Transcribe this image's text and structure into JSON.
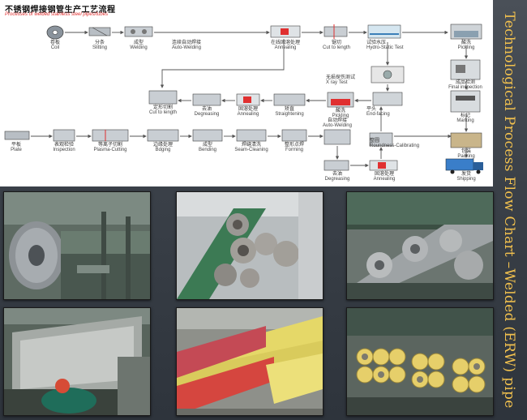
{
  "header": {
    "title_zh": "不锈钢焊接钢管生产工艺流程",
    "title_en": "Processes of welded stainless steel pipes/tubes"
  },
  "vertical_title": "Technological Process Flow Chart –Welded (ERW) pipe",
  "steps": {
    "coil": {
      "zh": "卷板",
      "en": "Coil"
    },
    "slitting": {
      "zh": "分条",
      "en": "Slitting"
    },
    "welding": {
      "zh": "成型",
      "en": "Welding"
    },
    "auto_welding_top": {
      "zh": "连续自动焊接",
      "en": "Auto-Welding"
    },
    "annealing_top": {
      "zh": "在线固溶处理",
      "en": "Annealing"
    },
    "cut_length_top": {
      "zh": "锯切",
      "en": "Cut to length"
    },
    "hydro": {
      "zh": "试验水压",
      "en": "Hydro-Static Test"
    },
    "pickling_top": {
      "zh": "酸洗",
      "en": "Pickling"
    },
    "xray": {
      "zh": "无损探伤测试",
      "en": "X ray Test"
    },
    "final_inspection": {
      "zh": "成品检测",
      "en": "Final inspection"
    },
    "marking": {
      "zh": "标记",
      "en": "Marking"
    },
    "cut_length_mid": {
      "zh": "定形切割",
      "en": "Cut to length"
    },
    "degreasing_mid": {
      "zh": "去油",
      "en": "Degreasing"
    },
    "annealing_mid": {
      "zh": "固溶处理",
      "en": "Annealing"
    },
    "straightening": {
      "zh": "矫直",
      "en": "Straightening"
    },
    "pickling_mid": {
      "zh": "酸洗",
      "en": "Pickling"
    },
    "end_facing": {
      "zh": "平头",
      "en": "End-facing"
    },
    "packing": {
      "zh": "包装",
      "en": "Packing"
    },
    "plate": {
      "zh": "平板",
      "en": "Plate"
    },
    "inspection": {
      "zh": "表观检验",
      "en": "Inspection"
    },
    "plasma_cutting": {
      "zh": "等离子切割",
      "en": "Plasma-Cutting"
    },
    "bdging": {
      "zh": "边缘处理",
      "en": "Bdging"
    },
    "bending": {
      "zh": "成型",
      "en": "Bending"
    },
    "seam_cleaning": {
      "zh": "焊缝清洗",
      "en": "Seam-Cleaning"
    },
    "forming": {
      "zh": "整形点焊",
      "en": "Forming"
    },
    "auto_welding_bot": {
      "zh": "自动焊接",
      "en": "Auto-Welding"
    },
    "roundness": {
      "zh": "整圆",
      "en": "Roundness-Calibrating"
    },
    "degreasing_bot": {
      "zh": "去油",
      "en": "Degreasing"
    },
    "annealing_bot": {
      "zh": "固溶处理",
      "en": "Annealing"
    },
    "shipping": {
      "zh": "发货",
      "en": "Shipping"
    }
  },
  "photos": [
    {
      "name": "photo-coil-slitting"
    },
    {
      "name": "photo-forming-rollers"
    },
    {
      "name": "photo-welding-rollers"
    },
    {
      "name": "photo-annealing-furnace"
    },
    {
      "name": "photo-packed-pipes"
    },
    {
      "name": "photo-pipe-bundles"
    }
  ],
  "colors": {
    "flow_background": "#ffffff",
    "page_background": "#3a4048",
    "vertical_title": "#f2c14e",
    "arrow": "#555555",
    "header_subtitle": "#e03030"
  }
}
